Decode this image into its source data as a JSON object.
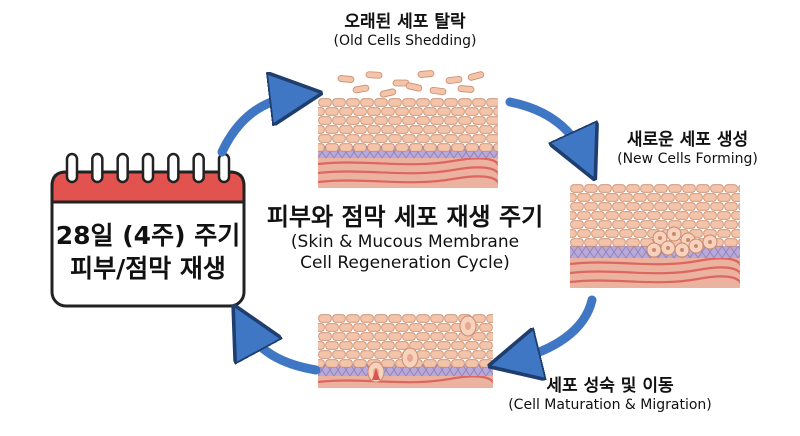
{
  "calendar": {
    "line1": "28일 (4주) 주기",
    "line2": "피부/점막 재생",
    "header_color": "#e2524f",
    "ring_count": 7
  },
  "center": {
    "title_ko": "피부와 점막 세포 재생 주기",
    "title_en_1": "(Skin & Mucous Membrane",
    "title_en_2": "Cell Regeneration Cycle)"
  },
  "stages": [
    {
      "ko": "오래된 세포 탈락",
      "en": "(Old Cells Shedding)",
      "illustration": "skin-shedding"
    },
    {
      "ko": "새로운 세포 생성",
      "en": "(New Cells Forming)",
      "illustration": "skin-new-cells"
    },
    {
      "ko": "세포 성숙 및 이동",
      "en": "(Cell Maturation & Migration)",
      "illustration": "skin-migration"
    }
  ],
  "colors": {
    "arrow": "#3f77c4",
    "arrow_stroke": "#1f3e6e",
    "cell": "#f3c4aa",
    "cell_stroke": "#c98a6b",
    "membrane": "#b9a9d8",
    "dermis": "#ecb2a0",
    "vessel": "#d9534f"
  }
}
